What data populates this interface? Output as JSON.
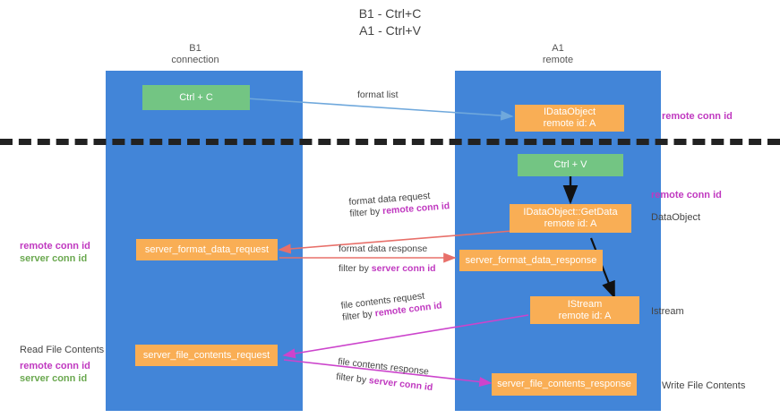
{
  "diagram": {
    "title_line1": "B1 - Ctrl+C",
    "title_line2": "A1 - Ctrl+V",
    "lanes": [
      {
        "name": "B1",
        "sub": "connection"
      },
      {
        "name": "A1",
        "sub": "remote"
      }
    ],
    "colors": {
      "lane": "#4285d8",
      "green_box": "#73c583",
      "orange_box": "#f9ae55",
      "remote_conn": "#c039c0",
      "server_conn": "#6aa84f",
      "arrow_format": "#e8706a",
      "arrow_file": "#cc44cc",
      "arrow_formatlist": "#6fa8dc",
      "arrow_black": "#111111",
      "divider": "#222222"
    },
    "boxes": {
      "ctrl_c": {
        "line1": "Ctrl + C",
        "line2": ""
      },
      "ctrl_v": {
        "line1": "Ctrl + V",
        "line2": ""
      },
      "idataobject": {
        "line1": "IDataObject",
        "line2": "remote id: A"
      },
      "getdata": {
        "line1": "IDataObject::GetData",
        "line2": "remote id: A"
      },
      "istream": {
        "line1": "IStream",
        "line2": "remote id: A"
      },
      "server_format_data_request": {
        "line1": "server_format_data_request",
        "line2": ""
      },
      "server_format_data_response": {
        "line1": "server_format_data_response",
        "line2": ""
      },
      "server_file_contents_request": {
        "line1": "server_file_contents_request",
        "line2": ""
      },
      "server_file_contents_response": {
        "line1": "server_file_contents_response",
        "line2": ""
      }
    },
    "right_notes": {
      "remote_conn_top": "remote conn id",
      "remote_conn_mid": "remote conn id",
      "dataobject": "DataObject",
      "istream": "Istream",
      "write_file_contents": "Write File Contents"
    },
    "left_notes": {
      "remote_conn_id": "remote conn id",
      "server_conn_id": "server conn id",
      "read_file_contents": "Read File Contents",
      "remote_conn_id_2": "remote conn id",
      "server_conn_id_2": "server conn id"
    },
    "arrow_labels": {
      "format_list": "format list",
      "format_data_request": "format data request",
      "format_data_request_filter_prefix": "filter by ",
      "format_data_request_filter_key": "remote conn id",
      "format_data_response": "format data response",
      "format_data_response_filter_prefix": "filter by ",
      "format_data_response_filter_key": "server conn id",
      "file_contents_request": "file contents request",
      "file_contents_request_filter_prefix": "filter by ",
      "file_contents_request_filter_key": "remote conn id",
      "file_contents_response": "file contents response",
      "file_contents_response_filter_prefix": "filter by ",
      "file_contents_response_filter_key": "server conn id"
    }
  }
}
